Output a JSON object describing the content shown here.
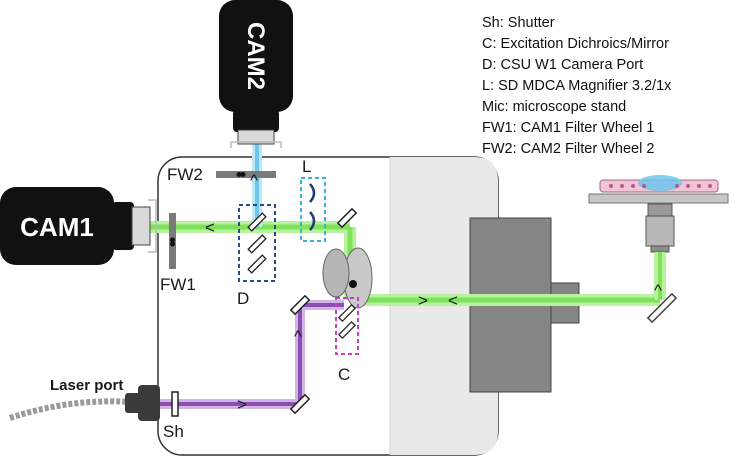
{
  "cameras": {
    "cam1": "CAM1",
    "cam2": "CAM2"
  },
  "labels": {
    "fw1": "FW1",
    "fw2": "FW2",
    "lens": "L",
    "dichroic_port": "D",
    "excitation": "C",
    "shutter": "Sh",
    "laser_port": "Laser port"
  },
  "legend": [
    "Sh: Shutter",
    "C: Excitation Dichroics/Mirror",
    "D: CSU W1 Camera Port",
    "L: SD MDCA Magnifier 3.2/1x",
    "Mic: microscope stand",
    "FW1: CAM1 Filter Wheel 1",
    "FW2: CAM2 Filter Wheel 2"
  ],
  "colors": {
    "emission_green": "#7fe35a",
    "emission_blue": "#6ec6ec",
    "laser_purple": "#8a4fb0",
    "box_dark_blue": "#2b4a8a",
    "box_light_blue": "#3bb0d8",
    "box_magenta": "#c83cc8",
    "camera": "#111111",
    "stand_grey": "#808080"
  },
  "arrow_glyphs": {
    "left": "<",
    "right": ">",
    "up": "^"
  }
}
